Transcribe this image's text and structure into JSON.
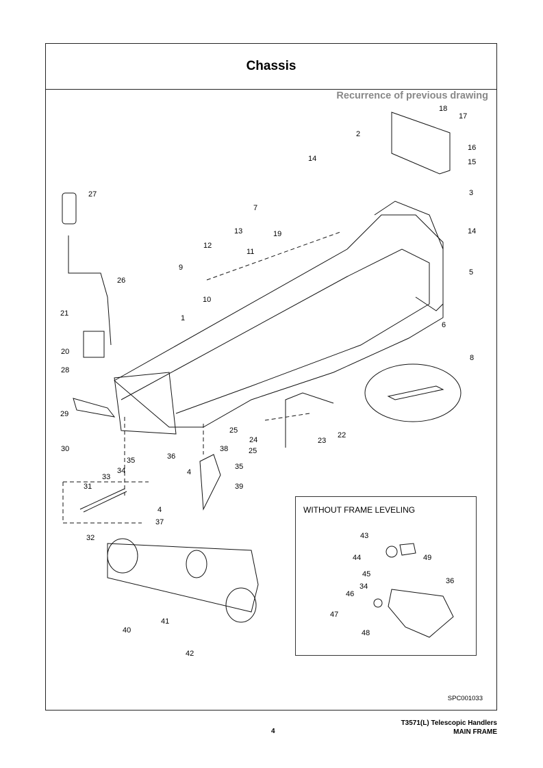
{
  "title": "Chassis",
  "recurrence_note": "Recurrence of previous drawing",
  "inset_title": "WITHOUT FRAME LEVELING",
  "drawing_code": "SPC001033",
  "footer": {
    "page_number": "4",
    "model": "T3571(L) Telescopic Handlers",
    "section": "MAIN FRAME"
  },
  "callouts": [
    "1",
    "2",
    "3",
    "4",
    "4",
    "5",
    "6",
    "7",
    "8",
    "9",
    "10",
    "11",
    "12",
    "13",
    "14",
    "14",
    "15",
    "16",
    "17",
    "18",
    "19",
    "20",
    "21",
    "22",
    "23",
    "24",
    "25",
    "25",
    "26",
    "27",
    "28",
    "29",
    "30",
    "31",
    "32",
    "33",
    "34",
    "35",
    "35",
    "36",
    "37",
    "38",
    "39",
    "40",
    "41",
    "42"
  ],
  "inset_callouts": [
    "34",
    "36",
    "43",
    "44",
    "45",
    "46",
    "47",
    "48",
    "49"
  ]
}
